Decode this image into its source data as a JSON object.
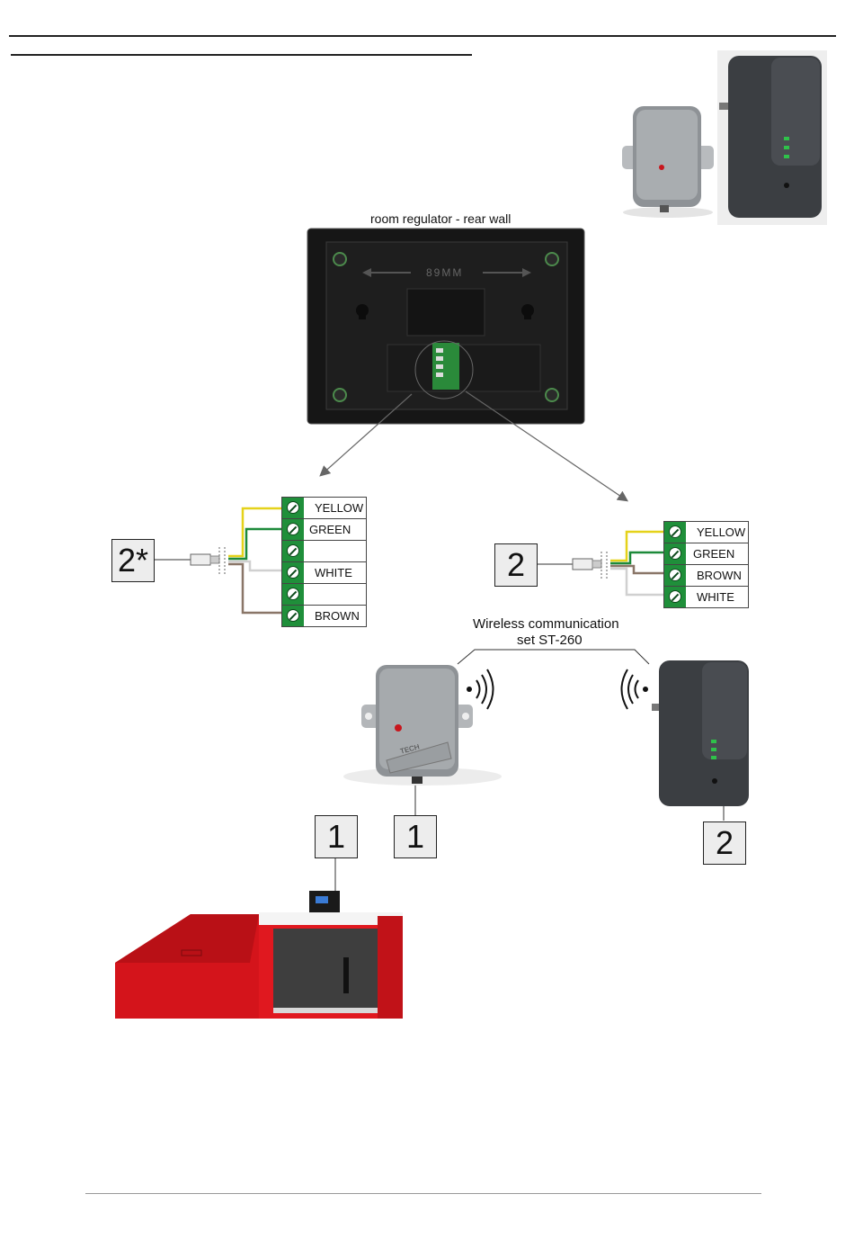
{
  "diagram": {
    "rear_wall_label": "room regulator - rear wall",
    "dimension_label": "89MM",
    "wireless_label_line1": "Wireless communication",
    "wireless_label_line2": "set ST-260",
    "module_brand": "TECH",
    "left_terminal": {
      "box_label": "2*",
      "rows": [
        "YELLOW",
        "GREEN",
        "",
        "WHITE",
        "",
        "BROWN"
      ]
    },
    "right_terminal": {
      "box_label": "2",
      "rows": [
        "YELLOW",
        "GREEN",
        "BROWN",
        "WHITE"
      ]
    },
    "boiler_box_label": "1",
    "module_box_label": "1",
    "transmitter_box_label": "2",
    "colors": {
      "terminal_green": "#1f8f3a",
      "wire_yellow": "#e5d21a",
      "wire_green": "#1d8a3a",
      "wire_brown": "#8a7668",
      "wire_white": "#d0d0d0",
      "boiler_red": "#d4141b",
      "device_gray": "#8e9296",
      "transmitter_dark": "#3b3e42"
    }
  }
}
